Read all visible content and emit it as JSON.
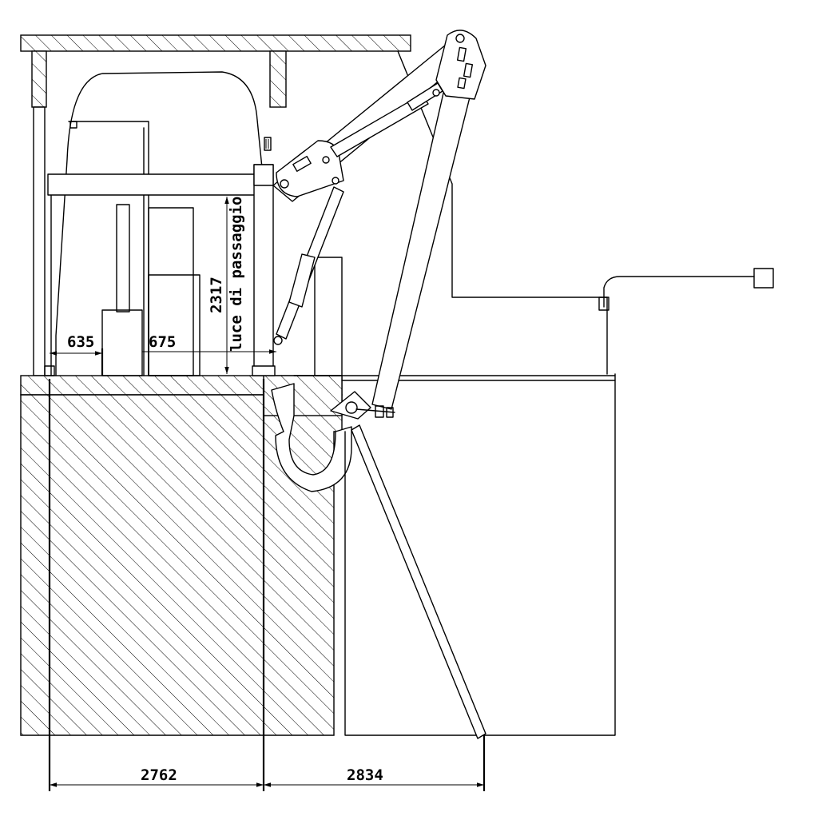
{
  "dimensions": {
    "d635": "635",
    "d675": "675",
    "d2317": "2317",
    "passage_label": "luce di passaggio",
    "d2762": "2762",
    "d2834": "2834"
  }
}
